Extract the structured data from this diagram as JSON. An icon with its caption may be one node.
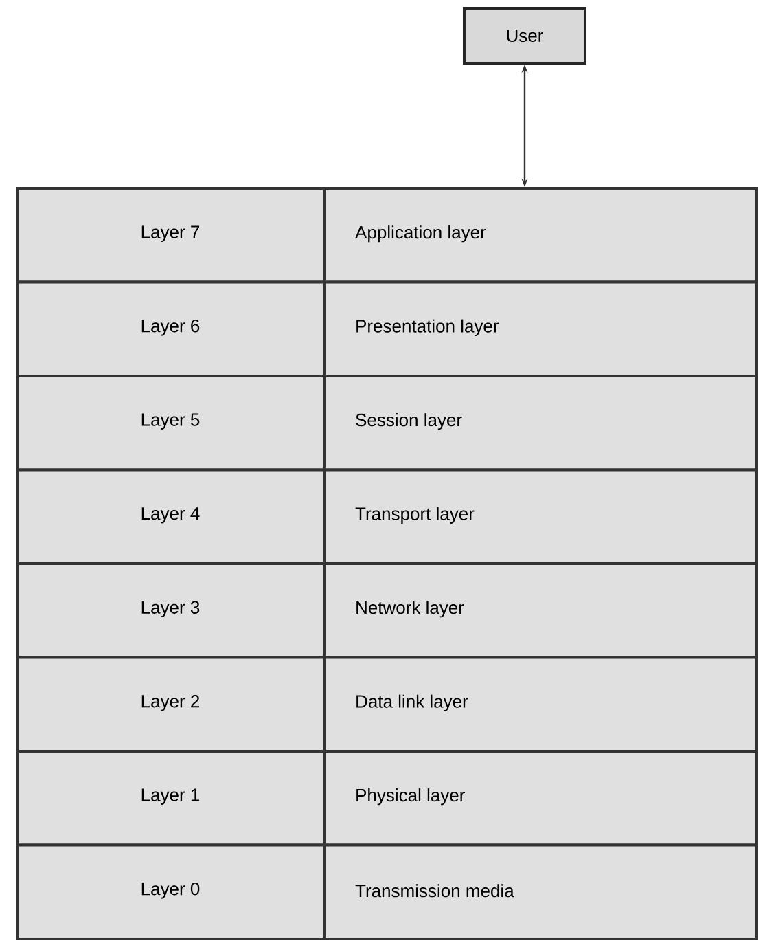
{
  "diagram": {
    "nodes": [
      {
        "text": [
          "User"
        ]
      },
      {
        "text": [
          "Layer 7",
          "Application layer"
        ]
      },
      {
        "text": [
          "Layer 6",
          "Presentation layer"
        ]
      },
      {
        "text": [
          "Layer 5",
          "Session layer"
        ]
      },
      {
        "text": [
          "Layer 4",
          "Transport layer"
        ]
      },
      {
        "text": [
          "Layer 3",
          "Network layer"
        ]
      },
      {
        "text": [
          "Layer 2",
          "Data link layer"
        ]
      },
      {
        "text": [
          "Layer 1",
          "Physical layer"
        ]
      },
      {
        "text": [
          "Layer 0",
          "Transmission media"
        ]
      }
    ],
    "edges": [
      {
        "from": 0,
        "to": 1,
        "arrow": "both"
      }
    ]
  }
}
